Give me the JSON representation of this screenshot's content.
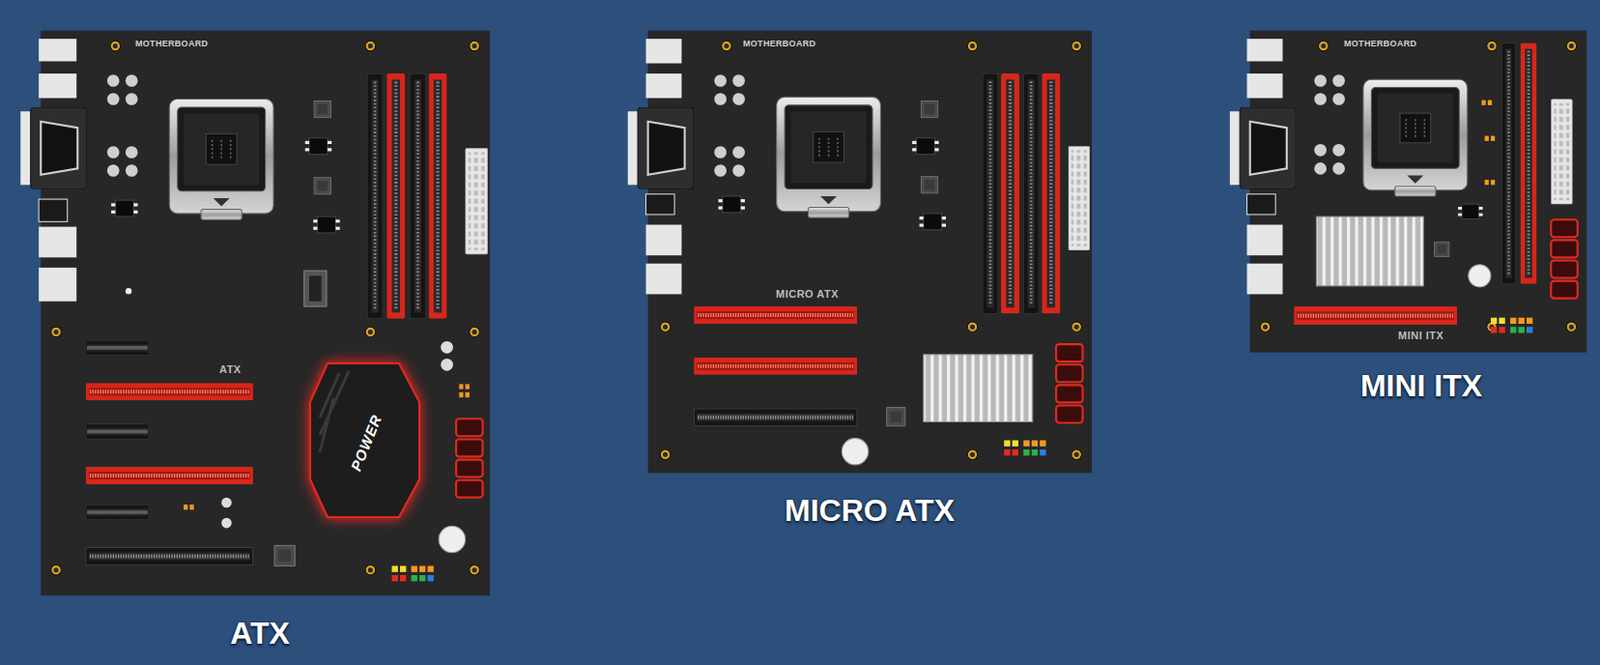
{
  "diagram": {
    "nodes": [
      {
        "text": [
          "MOTHERBOARD",
          "ATX",
          "ATX"
        ]
      },
      {
        "text": [
          "POWER"
        ],
        "in": 0
      },
      {
        "text": [
          "MOTHERBOARD",
          "MICRO ATX",
          "MICRO ATX"
        ]
      },
      {
        "text": [
          "MOTHERBOARD",
          "MINI ITX",
          "MINI ITX"
        ]
      }
    ]
  }
}
